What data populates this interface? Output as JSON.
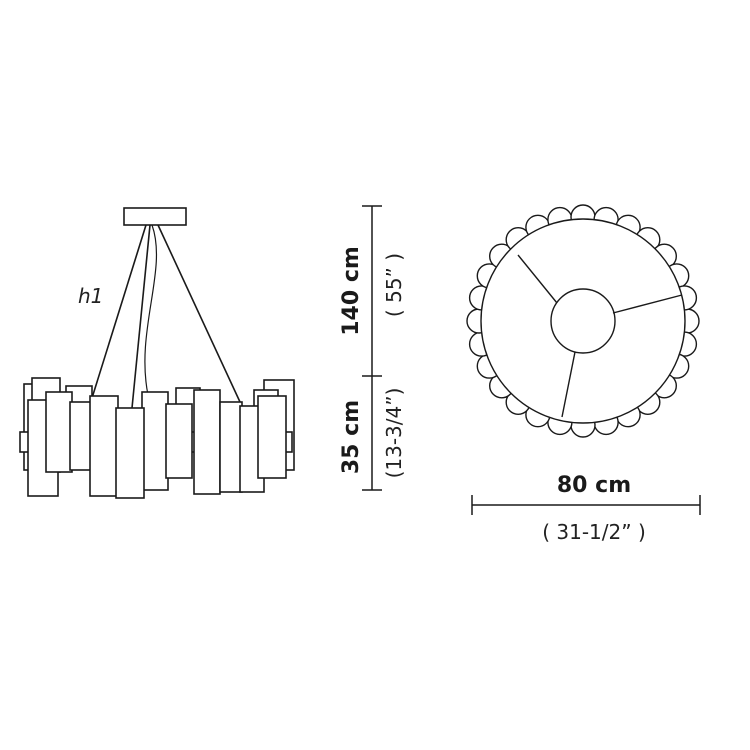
{
  "model_label": "h1",
  "dimensions": {
    "cable_length": {
      "metric": "140 cm",
      "imperial": "( 55” )"
    },
    "body_height": {
      "metric": "35 cm",
      "imperial": "(13-3/4”)"
    },
    "diameter": {
      "metric": "80 cm",
      "imperial": "( 31-1/2” )"
    }
  },
  "colors": {
    "line": "#1a1a1a",
    "background": "#ffffff"
  }
}
